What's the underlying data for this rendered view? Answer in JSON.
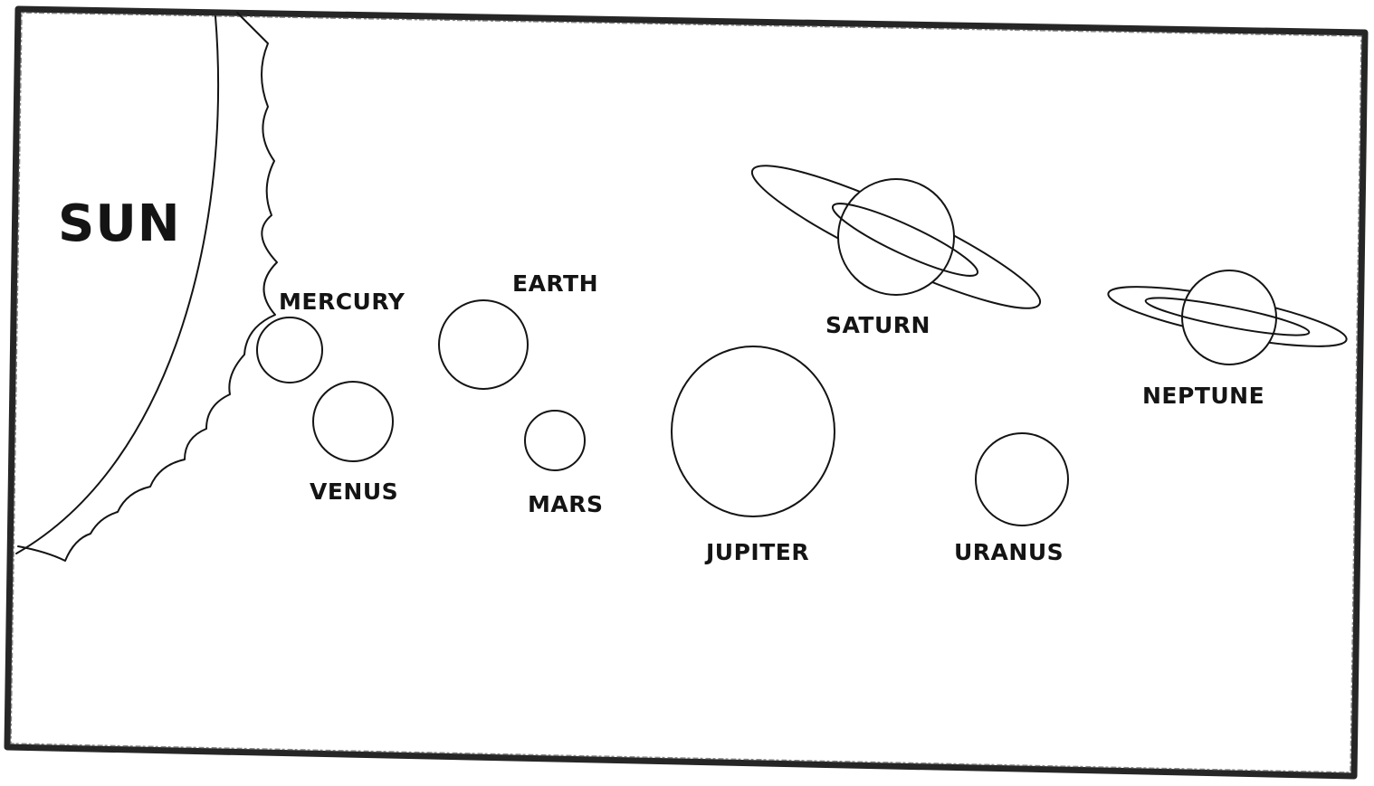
{
  "diagram": {
    "sun": {
      "label": "SUN"
    },
    "planets": [
      {
        "key": "mercury",
        "label": "MERCURY"
      },
      {
        "key": "venus",
        "label": "VENUS"
      },
      {
        "key": "earth",
        "label": "EARTH"
      },
      {
        "key": "mars",
        "label": "MARS"
      },
      {
        "key": "jupiter",
        "label": "JUPITER"
      },
      {
        "key": "saturn",
        "label": "SATURN"
      },
      {
        "key": "uranus",
        "label": "URANUS"
      },
      {
        "key": "neptune",
        "label": "NEPTUNE"
      }
    ]
  }
}
